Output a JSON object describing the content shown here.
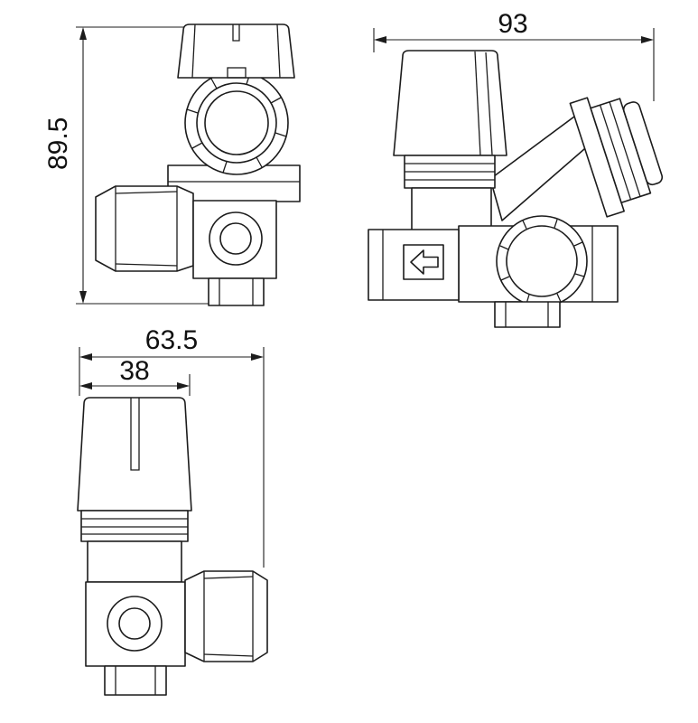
{
  "drawing": {
    "views": {
      "front": {
        "height_label": "89.5"
      },
      "side": {
        "width_label": "93"
      },
      "top": {
        "total_width_label": "63.5",
        "knob_width_label": "38"
      }
    }
  }
}
